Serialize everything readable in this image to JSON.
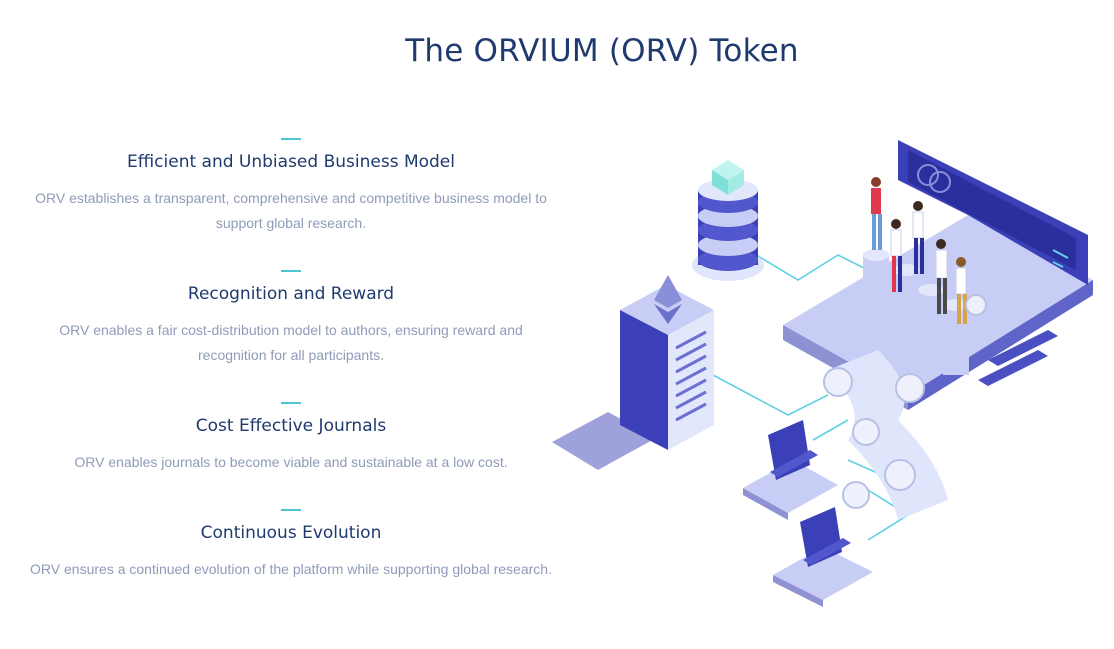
{
  "title": "The ORVIUM (ORV) Token",
  "features": [
    {
      "heading": "Efficient and Unbiased Business Model",
      "text": "ORV establishes a transparent, comprehensive and competitive business model to support global research."
    },
    {
      "heading": "Recognition and Reward",
      "text": "ORV enables a fair cost-distribution model to authors, ensuring reward and recognition for all participants."
    },
    {
      "heading": "Cost Effective Journals",
      "text": "ORV enables journals to become viable and sustainable at a low cost."
    },
    {
      "heading": "Continuous Evolution",
      "text": "ORV ensures a continued evolution of the platform while supporting global research."
    }
  ],
  "colors": {
    "heading": "#1f3a6e",
    "body_text": "#8f9bb8",
    "accent": "#4fc3d6",
    "illustration_primary": "#3b3fb8"
  }
}
